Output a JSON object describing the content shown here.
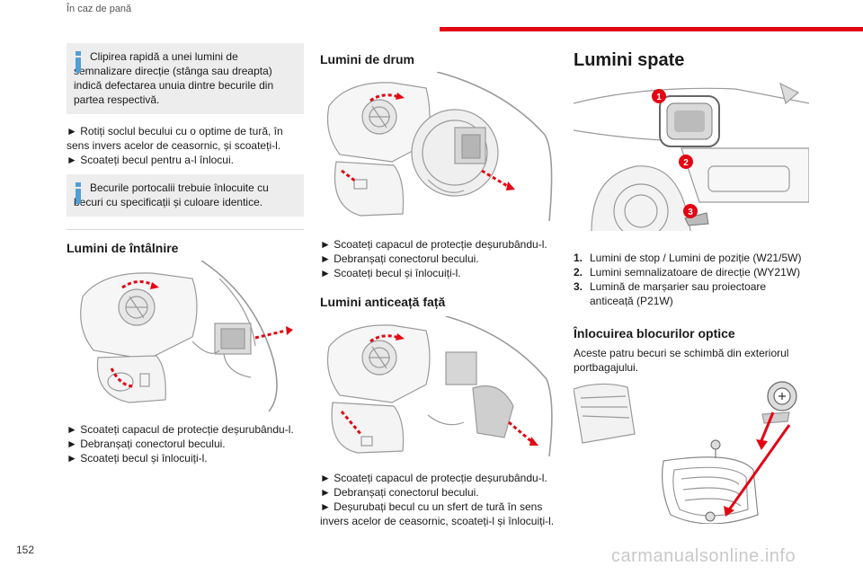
{
  "header": {
    "section": "În caz de pană"
  },
  "col1": {
    "note1": "Clipirea rapidă a unei lumini de semnalizare direcție (stânga sau dreapta) indică defectarea unuia dintre becurile din partea respectivă.",
    "step1": "► Rotiți soclul becului cu o optime de tură, în sens invers acelor de ceasornic, și scoateți-l.",
    "step2": "► Scoateți becul pentru a-l înlocui.",
    "note2": "Becurile portocalii trebuie înlocuite cu becuri cu specificații și culoare identice.",
    "heading": "Lumini de întâlnire",
    "steps": [
      "► Scoateți capacul de protecție deșurubându-l.",
      "► Debranșați conectorul becului.",
      "► Scoateți becul și înlocuiți-l."
    ]
  },
  "col2": {
    "heading1": "Lumini de drum",
    "steps1": [
      "► Scoateți capacul de protecție deșurubându-l.",
      "► Debranșați conectorul becului.",
      "► Scoateți becul și înlocuiți-l."
    ],
    "heading2": "Lumini anticeață față",
    "steps2": [
      "► Scoateți capacul de protecție deșurubându-l.",
      "► Debranșați conectorul becului.",
      "► Deșurubați becul cu un sfert de tură în sens invers acelor de ceasornic, scoateți-l și înlocuiți-l."
    ]
  },
  "col3": {
    "heading1": "Lumini spate",
    "callouts": [
      "1",
      "2",
      "3"
    ],
    "items": [
      {
        "num": "1.",
        "text": "Lumini de stop / Lumini de poziție (W21/5W)"
      },
      {
        "num": "2.",
        "text": "Lumini semnalizatoare de direcție (WY21W)"
      },
      {
        "num": "3.",
        "text": "Lumină de marșarier sau proiectoare anticeață (P21W)"
      }
    ],
    "heading2": "Înlocuirea blocurilor optice",
    "text": "Aceste patru becuri se schimbă din exteriorul portbagajului."
  },
  "footer": {
    "page": "152",
    "watermark": "carmanualsonline.info"
  },
  "colors": {
    "accent": "#e30613",
    "info": "#4f9fd8",
    "note_bg": "#ededed"
  }
}
